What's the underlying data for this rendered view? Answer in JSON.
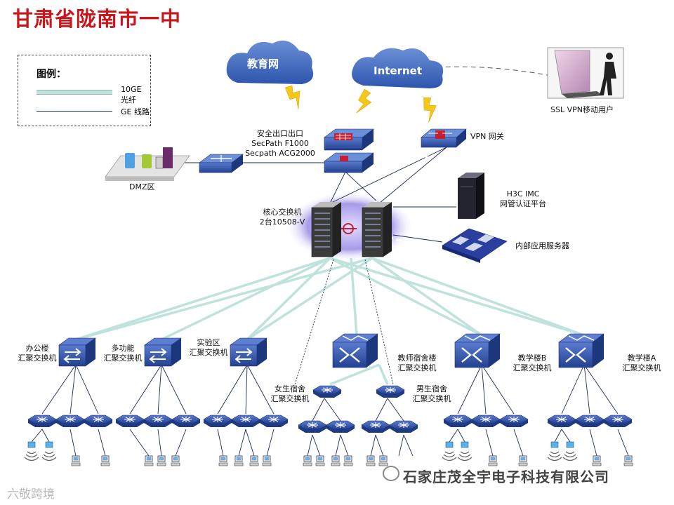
{
  "page": {
    "title": "甘肃省陇南市一中"
  },
  "legend": {
    "title": "图例：",
    "items": [
      {
        "label": "10GE 光纤",
        "color": "#bfe3dc"
      },
      {
        "label": "GE 线路",
        "color": "#1a2a5a"
      }
    ]
  },
  "clouds": {
    "edu": "教育网",
    "internet": "Internet"
  },
  "nodes": {
    "ssl_vpn": "SSL VPN移动用户",
    "firewall_line1": "安全出口出口",
    "firewall_line2": "SecPath F1000",
    "firewall_line3": "Secpath ACG2000",
    "vpn_gateway": "VPN 网关",
    "dmz": "DMZ区",
    "core_line1": "核心交换机",
    "core_line2": "2台10508-V",
    "imc_line1": "H3C IMC",
    "imc_line2": "网管认证平台",
    "internal_servers": "内部应用服务器",
    "office_line1": "办公楼",
    "office_line2": "汇聚交换机",
    "multi_line1": "多功能",
    "multi_line2": "汇聚交换机",
    "lab_line1": "实验区",
    "lab_line2": "汇聚交换机",
    "teacher_line1": "教师宿舍楼",
    "teacher_line2": "汇聚交换机",
    "female_line1": "女生宿舍",
    "female_line2": "汇聚交换机",
    "male_line1": "男生宿舍",
    "male_line2": "汇聚交换机",
    "teachB_line1": "教学楼B",
    "teachB_line2": "汇聚交换机",
    "teachA_line1": "教学楼A",
    "teachA_line2": "汇聚交换机"
  },
  "watermarks": {
    "company": "石家庄茂全宇电子科技有限公司",
    "left": "六敬跨境"
  },
  "colors": {
    "title": "#c8161d",
    "cloud": "#3a63b8",
    "switch_blue": "#2f4ea6",
    "fiber": "#bfe3dc",
    "ge_line": "#1a2a5a",
    "lightning": "#f2c418",
    "core_glow": "#8a7ee0"
  },
  "icons": [
    "cloud-icon",
    "firewall-icon",
    "vpn-gateway-icon",
    "router-icon",
    "core-switch-icon",
    "server-icon",
    "access-switch-icon",
    "pc-icon",
    "wireless-ap-icon",
    "laptop-user-icon",
    "lightning-icon"
  ]
}
